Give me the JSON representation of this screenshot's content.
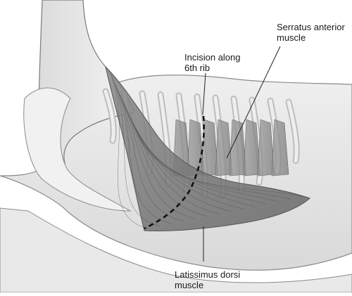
{
  "labels": {
    "incision": {
      "line1": "Incision along",
      "line2": "6th rib"
    },
    "serratus": {
      "line1": "Serratus anterior",
      "line2": "muscle"
    },
    "latissimus": {
      "line1": "Latissimus dorsi",
      "line2": "muscle"
    }
  },
  "colors": {
    "skin": "#e6e6e6",
    "skin_shadow": "#c9c9c9",
    "rib": "#d2d2d2",
    "rib_edge": "#8c8c8c",
    "muscle": "#7d7d7d",
    "muscle_dark": "#5e5e5e",
    "outline": "#6f6f6f",
    "incision": "#111111"
  }
}
